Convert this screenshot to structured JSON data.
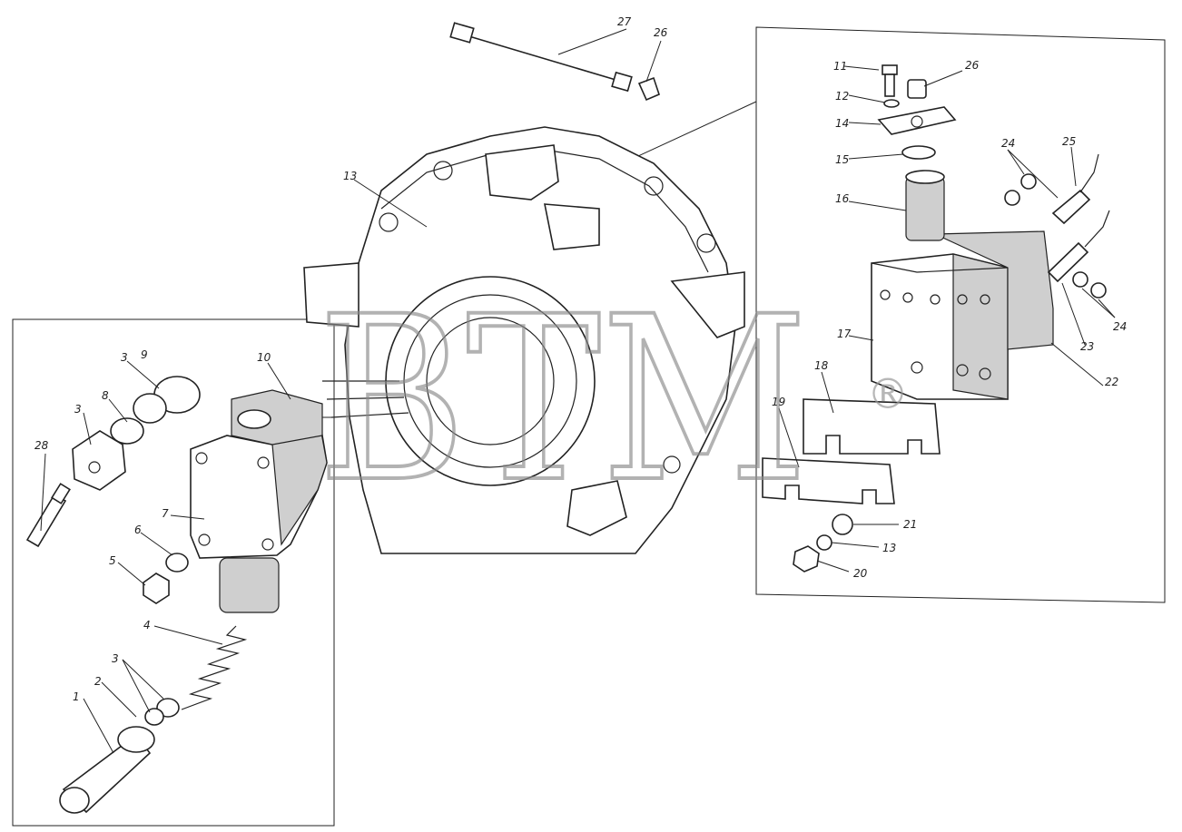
{
  "diagram": {
    "watermark": "BTM",
    "watermark_mark": "®",
    "labels": [
      {
        "id": "l1",
        "text": "1"
      },
      {
        "id": "l2",
        "text": "2"
      },
      {
        "id": "l3a",
        "text": "3"
      },
      {
        "id": "l3b",
        "text": "3"
      },
      {
        "id": "l3c",
        "text": "3"
      },
      {
        "id": "l4",
        "text": "4"
      },
      {
        "id": "l5",
        "text": "5"
      },
      {
        "id": "l6",
        "text": "6"
      },
      {
        "id": "l7",
        "text": "7"
      },
      {
        "id": "l8",
        "text": "8"
      },
      {
        "id": "l9",
        "text": "9"
      },
      {
        "id": "l10",
        "text": "10"
      },
      {
        "id": "l11",
        "text": "11"
      },
      {
        "id": "l12",
        "text": "12"
      },
      {
        "id": "l13a",
        "text": "13"
      },
      {
        "id": "l13b",
        "text": "13"
      },
      {
        "id": "l14",
        "text": "14"
      },
      {
        "id": "l15",
        "text": "15"
      },
      {
        "id": "l16",
        "text": "16"
      },
      {
        "id": "l17",
        "text": "17"
      },
      {
        "id": "l18",
        "text": "18"
      },
      {
        "id": "l19",
        "text": "19"
      },
      {
        "id": "l20",
        "text": "20"
      },
      {
        "id": "l21",
        "text": "21"
      },
      {
        "id": "l22",
        "text": "22"
      },
      {
        "id": "l23",
        "text": "23"
      },
      {
        "id": "l24a",
        "text": "24"
      },
      {
        "id": "l24b",
        "text": "24"
      },
      {
        "id": "l25",
        "text": "25"
      },
      {
        "id": "l26a",
        "text": "26"
      },
      {
        "id": "l26b",
        "text": "26"
      },
      {
        "id": "l27",
        "text": "27"
      },
      {
        "id": "l28",
        "text": "28"
      }
    ]
  }
}
